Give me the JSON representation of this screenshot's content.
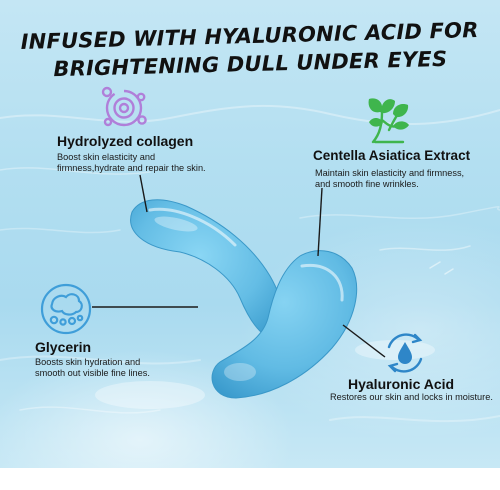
{
  "headline": {
    "line1": "Infused with Hyaluronic Acid for",
    "line2": "Brightening Dull Under Eyes"
  },
  "ingredients": {
    "collagen": {
      "title": "Hydrolyzed collagen",
      "desc_line1": "Boost skin elasticity and",
      "desc_line2": "firmness,hydrate and repair the skin.",
      "icon": "molecule-icon"
    },
    "centella": {
      "title": "Centella Asiatica Extract",
      "desc_line1": "Maintain skin elasticity and firmness,",
      "desc_line2": " and smooth fine wrinkles.",
      "icon": "centella-leaf-icon"
    },
    "glycerin": {
      "title": "Glycerin",
      "desc_line1": "Boosts skin hydration and",
      "desc_line2": "smooth out visible fine lines.",
      "icon": "glycerin-cells-icon"
    },
    "hyaluronic": {
      "title": "Hyaluronic Acid",
      "desc_line1": "Restores our skin and locks in moisture.",
      "icon": "water-drop-icon"
    }
  },
  "colors": {
    "water_background": "#b3dff1",
    "patch_blue": "#6cc3e6",
    "collagen_icon": "#b07fd9",
    "centella_icon": "#3fb54d",
    "glycerin_icon": "#3f9ed9",
    "hyaluronic_icon": "#2e86c8"
  }
}
